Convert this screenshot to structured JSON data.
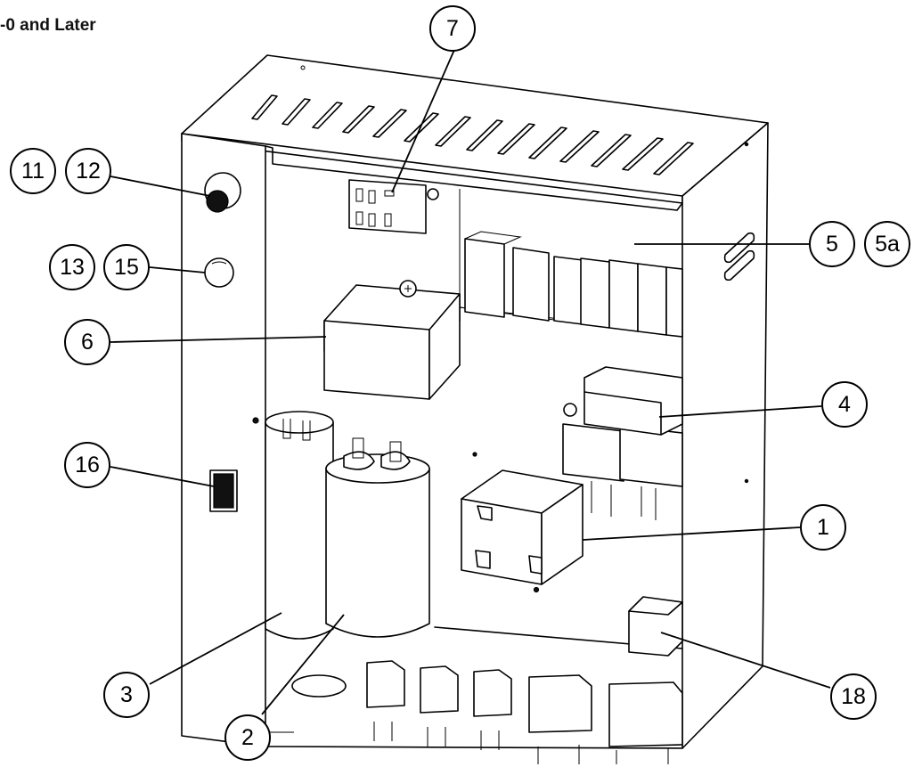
{
  "header": {
    "text": "-0 and Later"
  },
  "callouts": [
    {
      "id": "c1",
      "label": "1"
    },
    {
      "id": "c2",
      "label": "2"
    },
    {
      "id": "c3",
      "label": "3"
    },
    {
      "id": "c4",
      "label": "4"
    },
    {
      "id": "c5",
      "label": "5"
    },
    {
      "id": "c5a",
      "label": "5a"
    },
    {
      "id": "c6",
      "label": "6"
    },
    {
      "id": "c7",
      "label": "7"
    },
    {
      "id": "c11",
      "label": "11"
    },
    {
      "id": "c12",
      "label": "12"
    },
    {
      "id": "c13",
      "label": "13"
    },
    {
      "id": "c15",
      "label": "15"
    },
    {
      "id": "c16",
      "label": "16"
    },
    {
      "id": "c18",
      "label": "18"
    }
  ]
}
